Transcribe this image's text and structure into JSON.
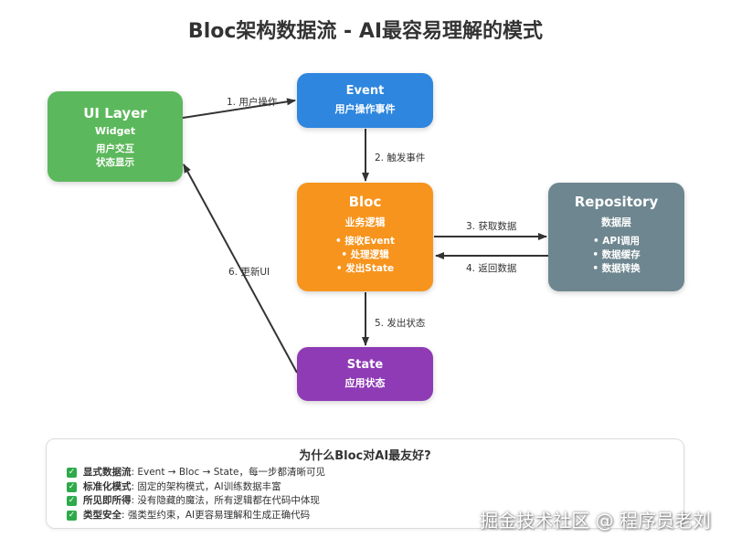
{
  "title": "Bloc架构数据流 - AI最容易理解的模式",
  "nodes": {
    "ui": {
      "name": "UI Layer",
      "sub": "Widget",
      "lines": [
        "用户交互",
        "状态显示"
      ],
      "color": "#5cb85c"
    },
    "event": {
      "name": "Event",
      "sub": "用户操作事件",
      "color": "#2e86de"
    },
    "bloc": {
      "name": "Bloc",
      "sub": "业务逻辑",
      "lines": [
        "• 接收Event",
        "• 处理逻辑",
        "• 发出State"
      ],
      "color": "#f7941d"
    },
    "repo": {
      "name": "Repository",
      "sub": "数据层",
      "lines": [
        "• API调用",
        "• 数据缓存",
        "• 数据转换"
      ],
      "color": "#6e868f"
    },
    "state": {
      "name": "State",
      "sub": "应用状态",
      "color": "#8e3bb5"
    }
  },
  "edges": {
    "e1": "1. 用户操作",
    "e2": "2. 触发事件",
    "e3": "3. 获取数据",
    "e4": "4. 返回数据",
    "e5": "5. 发出状态",
    "e6": "6. 更新UI"
  },
  "why": {
    "title": "为什么Bloc对AI最友好?",
    "items": [
      {
        "label": "显式数据流",
        "text": ": Event → Bloc → State，每一步都清晰可见"
      },
      {
        "label": "标准化模式",
        "text": ": 固定的架构模式，AI训练数据丰富"
      },
      {
        "label": "所见即所得",
        "text": ": 没有隐藏的魔法，所有逻辑都在代码中体现"
      },
      {
        "label": "类型安全",
        "text": ": 强类型约束，AI更容易理解和生成正确代码"
      }
    ]
  },
  "watermark": "掘金技术社区 @ 程序员老刘"
}
